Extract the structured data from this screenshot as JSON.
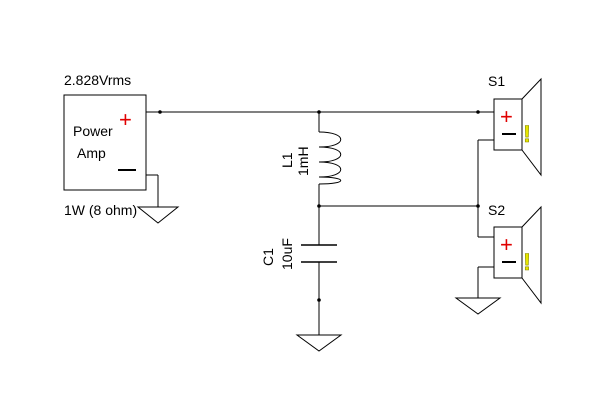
{
  "source": {
    "voltage": "2.828Vrms",
    "name_line1": "Power",
    "name_line2": "Amp",
    "power_rating": "1W (8 ohm)",
    "plus_glyph": "+",
    "minus_glyph": "—",
    "polarity_color": "#e00000"
  },
  "inductor": {
    "ref": "L1",
    "value": "1mH"
  },
  "capacitor": {
    "ref": "C1",
    "value": "10uF"
  },
  "speakers": [
    {
      "ref": "S1"
    },
    {
      "ref": "S2"
    }
  ],
  "speaker_plus": "+",
  "speaker_minus": "—",
  "speaker_exclaim": "!",
  "colors": {
    "polarity": "#e00000",
    "exclaim": "#e6e600",
    "wire": "#000000"
  }
}
